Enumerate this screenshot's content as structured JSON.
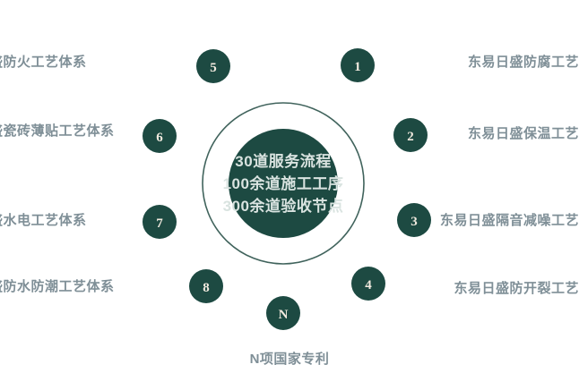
{
  "background_color": "#ffffff",
  "theme": {
    "dark_green": "#1d4a42",
    "ring_stroke": "#40635c",
    "label_text": "#7f8f97",
    "center_text": "#d9e3e0",
    "node_number_text": "#f2eadf"
  },
  "center": {
    "lines": [
      "30道服务流程",
      "100余道施工工序",
      "300余道验收节点"
    ]
  },
  "nodes": [
    {
      "id": "1",
      "label": "1"
    },
    {
      "id": "2",
      "label": "2"
    },
    {
      "id": "3",
      "label": "3"
    },
    {
      "id": "4",
      "label": "4"
    },
    {
      "id": "n",
      "label": "N"
    },
    {
      "id": "8",
      "label": "8"
    },
    {
      "id": "7",
      "label": "7"
    },
    {
      "id": "6",
      "label": "6"
    },
    {
      "id": "5",
      "label": "5"
    }
  ],
  "labels_right": [
    "东易日盛防腐工艺",
    "东易日盛保温工艺",
    "东易日盛隔音减噪工艺",
    "东易日盛防开裂工艺"
  ],
  "labels_left": [
    "盛防火工艺体系",
    "盛瓷砖薄贴工艺体系",
    "盛水电工艺体系",
    "盛防水防潮工艺体系"
  ],
  "bottom_caption": "N项国家专利"
}
